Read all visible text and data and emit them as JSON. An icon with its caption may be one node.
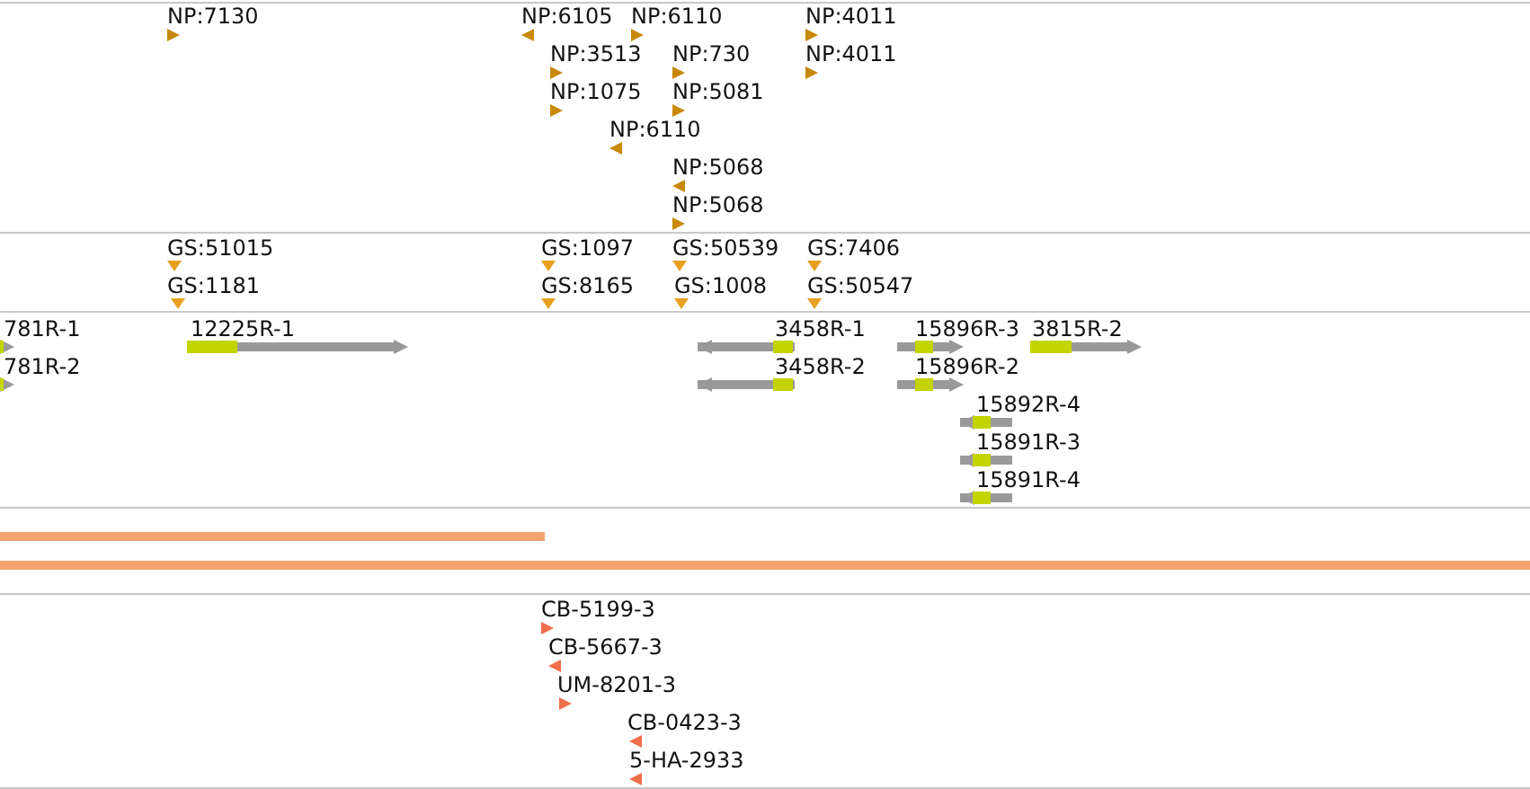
{
  "diagram": {
    "labels": [
      "NP:7130",
      "NP:6105",
      "NP:6110",
      "NP:4011",
      "NP:3513",
      "NP:730",
      "NP:4011",
      "NP:1075",
      "NP:5081",
      "NP:6110",
      "NP:5068",
      "NP:5068",
      "GS:51015",
      "GS:1097",
      "GS:50539",
      "GS:7406",
      "GS:1181",
      "GS:8165",
      "GS:1008",
      "GS:50547",
      "781R-1",
      "12225R-1",
      "3458R-1",
      "15896R-3",
      "3815R-2",
      "781R-2",
      "3458R-2",
      "15896R-2",
      "15892R-4",
      "15891R-3",
      "15891R-4",
      "CB-5199-3",
      "CB-5667-3",
      "UM-8201-3",
      "CB-0423-3",
      "5-HA-2933"
    ]
  }
}
